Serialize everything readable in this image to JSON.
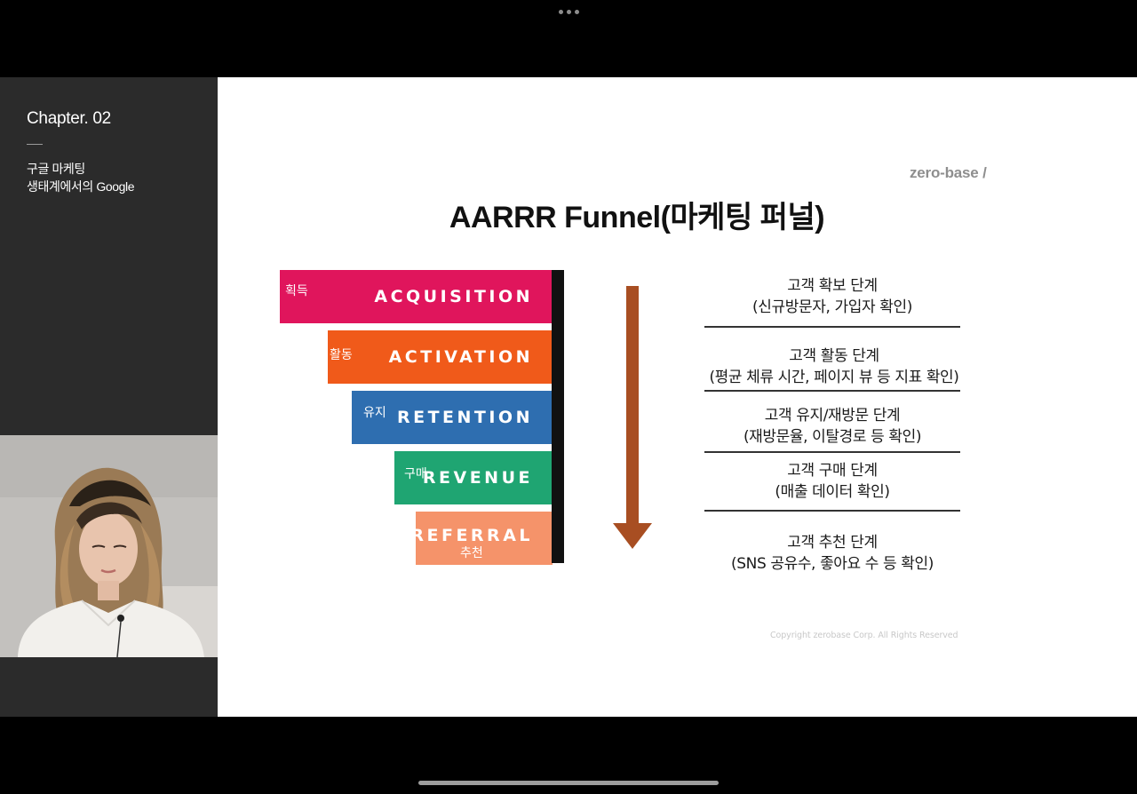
{
  "sidebar": {
    "chapter": "Chapter. 02",
    "subtitle_line1": "구글 마케팅",
    "subtitle_line2": "생태계에서의 Google"
  },
  "slide": {
    "logo": "zero-base /",
    "title": "AARRR Funnel(마케팅 퍼널)",
    "funnel": [
      {
        "en": "ACQUISITION",
        "kr": "획득",
        "color": "#e0155c"
      },
      {
        "en": "ACTIVATION",
        "kr": "활동",
        "color": "#f05a1a"
      },
      {
        "en": "RETENTION",
        "kr": "유지",
        "color": "#2e6eb0"
      },
      {
        "en": "REVENUE",
        "kr": "구매",
        "color": "#1fa572"
      },
      {
        "en": "REFERRAL",
        "kr": "추천",
        "color": "#f5936a"
      }
    ],
    "arrow_color": "#a84e22",
    "stages": [
      {
        "title": "고객 확보 단계",
        "detail": "(신규방문자, 가입자 확인)"
      },
      {
        "title": "고객 활동 단계",
        "detail": "(평균 체류 시간, 페이지 뷰 등 지표 확인)"
      },
      {
        "title": "고객 유지/재방문 단계",
        "detail": "(재방문율, 이탈경로 등 확인)"
      },
      {
        "title": "고객 구매 단계",
        "detail": "(매출 데이터 확인)"
      },
      {
        "title": "고객 추천 단계",
        "detail": "(SNS 공유수, 좋아요 수 등 확인)"
      }
    ],
    "copyright": "Copyright zerobase Corp. All Rights Reserved"
  }
}
